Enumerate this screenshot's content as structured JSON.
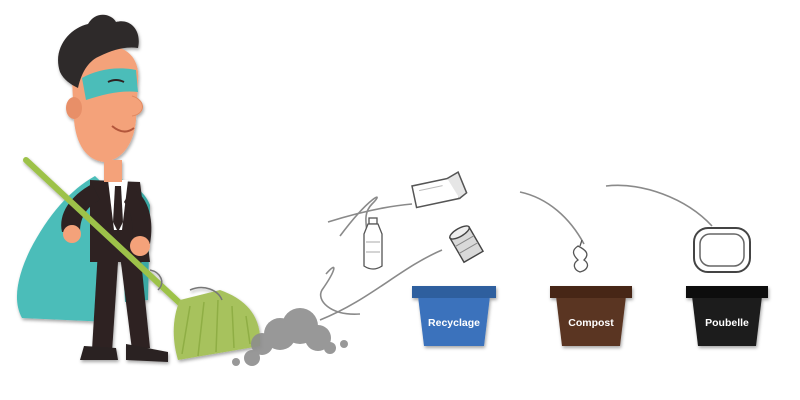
{
  "bins": [
    {
      "label": "Recyclage",
      "color": "#3a72bc",
      "icon": "recycling-bin-icon"
    },
    {
      "label": "Compost",
      "color": "#5a3422",
      "icon": "compost-bin-icon"
    },
    {
      "label": "Poubelle",
      "color": "#1d1d1d",
      "icon": "trash-bin-icon"
    }
  ],
  "items": [
    {
      "icon": "paper-bag-icon",
      "bin": "Recyclage"
    },
    {
      "icon": "plastic-bottle-icon",
      "bin": "Recyclage"
    },
    {
      "icon": "tin-can-icon",
      "bin": "Recyclage"
    },
    {
      "icon": "apple-core-icon",
      "bin": "Compost"
    },
    {
      "icon": "plastic-lid-icon",
      "bin": "Poubelle"
    }
  ],
  "character": {
    "icon": "superhero-sweeping-icon"
  },
  "colors": {
    "cape": "#4bbdb9",
    "suit": "#2d2424",
    "skin": "#f4a27a",
    "broom_handle": "#9dc24a",
    "broom_head": "#a7c25d",
    "dust": "#8d8d8d",
    "trajectory": "#8a8a8a"
  }
}
